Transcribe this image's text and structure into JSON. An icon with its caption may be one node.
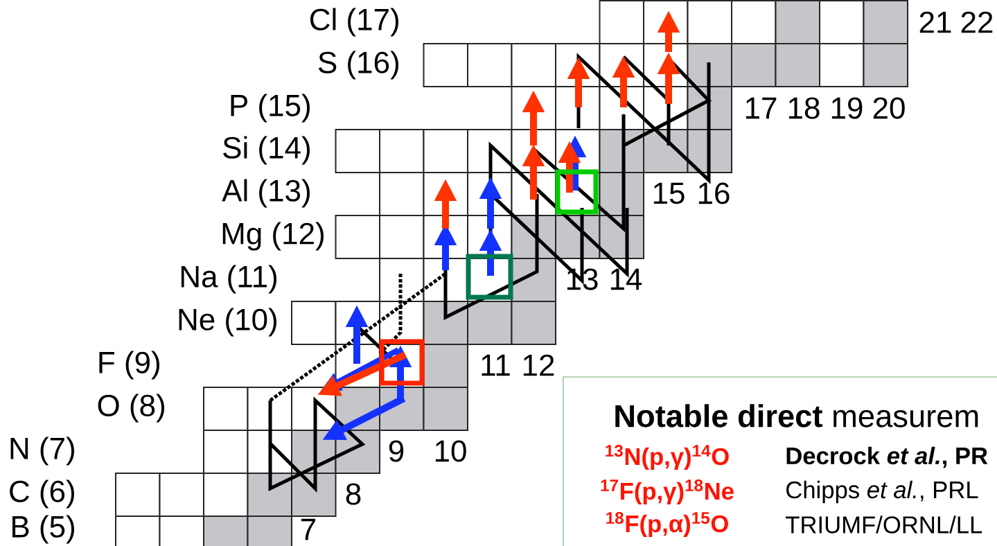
{
  "diagram": {
    "nodes": [
      {
        "text": [
          "**Notable direct** measurem",
          "$^{13}$N(p,γ)$^{14}$O",
          "Decrock *et al.*, PR",
          "$^{17}$F(p,γ)$^{18}$Ne",
          "Chipps *et al.*, PRL",
          "$^{18}$F(p,α)$^{15}$O",
          "TRIUMF/ORNL/LL"
        ]
      }
    ],
    "labels": [
      "Cl (17)",
      "21",
      "22",
      "S (16)",
      "P (15)",
      "17",
      "18",
      "19",
      "20",
      "Si (14)",
      "Al (13)",
      "15",
      "16",
      "Mg (12)",
      "Na (11)",
      "13",
      "14",
      "Ne (10)",
      "F (9)",
      "11",
      "12",
      "O (8)",
      "N (7)",
      "9",
      "10",
      "C (6)",
      "8",
      "B (5)",
      "7"
    ]
  }
}
